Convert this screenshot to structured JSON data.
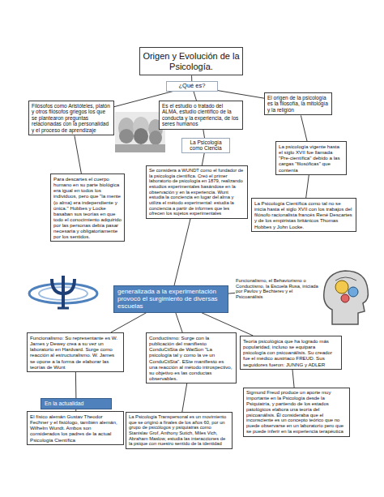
{
  "diagram": {
    "nodes": [
      {
        "text": [
          "Origen y Evolución de la Psicología."
        ]
      },
      {
        "text": [
          "¿Qué es?"
        ]
      },
      {
        "text": [
          "Filósofos como Aristóteles, platón y otros filósofos griegos los que se plantearon preguntas relacionadas con la personalidad y el proceso de aprendizaje"
        ]
      },
      {
        "text": [
          "Es el estudio o tratado del ALMA, estudio científico de la conducta y la experiencia, de los seres humanos"
        ]
      },
      {
        "text": [
          "El origen de la psicología es la filosofía, la mitología y la religión"
        ]
      },
      {
        "text": [
          "La Psicología como Ciencia"
        ]
      },
      {
        "text": [
          "Para descartes el cuerpo humano en su parte biológica era igual en todos los individuos, pero que \"la mente (o alma) era independiente y única.\" Hobbes y Locke basaban sus teorías en que todo el conocimiento adquirido por las personas debía pasar necesaria y obligatoriamente por los sentidos."
        ]
      },
      {
        "text": [
          "Se considera a WUNDT como el fundador de la psicología científica. Creó el primer laboratorio de psicología en 1879, realizando estudios experimentales basándose en la observación y en la experiencia. Wunt estudia la conciencia en lugar del alma y utiliza el método experimental: estudia la conciencia a partir de informes que les ofrecen los sujetos experimentales"
        ]
      },
      {
        "text": [
          "La psicología vigente hasta el siglo XVII fue llamada \"Pre-científica\" debido a las cargas \"filosóficas\" que contenía"
        ]
      },
      {
        "text": [
          "La Psicología Científica como tal no se inicia hasta el siglo XVII con los trabajos del filósofo racionalista francés René Descartes y de los empiristas británicos Thomas Hobbes y John Locke."
        ]
      },
      {
        "text": [
          "generalizada a la experimentación provocó el surgimiento de diversas escuelas"
        ]
      },
      {
        "text": [
          "Funcionalismo, el Behaviorismo o Conductismo, la Escuela Rusa, iniciada por Pavlov y Bechterev y el Psicoanálisis"
        ]
      },
      {
        "text": [
          "Funcionalismo: Su representante es W. James y Dewey crea a su vez un laboratorio en Hardvard. Surge como reacción al estructuralismo. W. James se opone a la forma de elaborar las teorías de Wunt"
        ]
      },
      {
        "text": [
          "Conductismo: Surge con la publicación del manifiesto ConduCtiSta de WatSon \"La psicología tal y como la ve un ConduCtiSta\". ESte manifiesto es una reacción al método introspectivo, su objetivo es las conductas observables."
        ]
      },
      {
        "text": [
          "Teoría psicológica que ha logrado más popularidad, incluso se equipara psicología con psicoanálisis. Su creador fue el médico austriaco FREUD. Sus seguidores fueron: JUNNG y ADLER"
        ]
      },
      {
        "text": [
          "En la actualidad"
        ]
      },
      {
        "text": [
          "El físico alemán Gustav Theodor Fechner y el fisiólogo, también alemán, Wilhelm Wundt. Ambos son considerados los padres de la actual Psicología Científica"
        ]
      },
      {
        "text": [
          "La Psicología Transpersonal es un movimiento que se originó a finales de los años 60, por un grupo de psicólogos y psiquiatras como Stanislav Grof, Anthony Sutich, Miles Vich, Abraham Maslow, estudia las interacciones de la psique con nuestro sentido de la identidad"
        ]
      },
      {
        "text": [
          "Sigmund Freud produce un aporte muy importante en la Psicología desde la Psiquiatría, y partiendo de los estados patológicos elabora una teoría del psicoanálisis. Él consideraba que el inconsciente es un concepto teórico que no puede observarse en un laboratorio pero que se puede inferir en la experiencia terapéutica"
        ]
      }
    ],
    "edges": [
      {
        "from": 0,
        "to": 1,
        "arrow": "none"
      },
      {
        "from": 1,
        "to": 2,
        "arrow": "none"
      },
      {
        "from": 1,
        "to": 3,
        "arrow": "none"
      },
      {
        "from": 1,
        "to": 4,
        "arrow": "none"
      },
      {
        "from": 3,
        "to": 5,
        "arrow": "none"
      },
      {
        "from": 5,
        "to": 7,
        "arrow": "none"
      },
      {
        "from": 2,
        "to": 6,
        "arrow": "none"
      },
      {
        "from": 4,
        "to": 8,
        "arrow": "none"
      },
      {
        "from": 8,
        "to": 9,
        "arrow": "none"
      },
      {
        "from": 7,
        "to": 10,
        "arrow": "none"
      },
      {
        "from": 10,
        "to": 11,
        "arrow": "none"
      },
      {
        "from": 10,
        "to": 12,
        "arrow": "none"
      },
      {
        "from": 10,
        "to": 13,
        "arrow": "none"
      },
      {
        "from": 10,
        "to": 14,
        "arrow": "none"
      },
      {
        "from": 12,
        "to": 15,
        "arrow": "none"
      },
      {
        "from": 15,
        "to": 16,
        "arrow": "none"
      },
      {
        "from": 13,
        "to": 17,
        "arrow": "none"
      },
      {
        "from": 14,
        "to": 18,
        "arrow": "none"
      }
    ]
  }
}
